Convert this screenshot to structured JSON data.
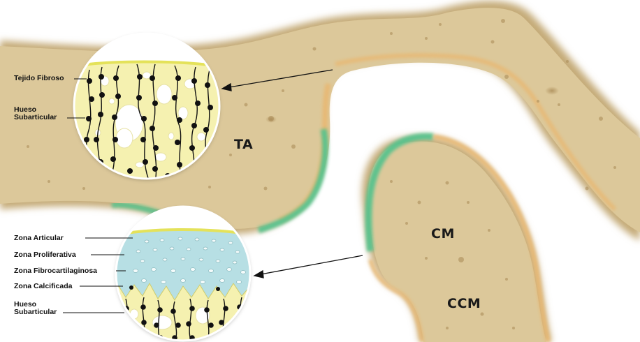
{
  "regions": {
    "ta": "TA",
    "cm": "CM",
    "ccm": "CCM"
  },
  "top_inset": {
    "labels": [
      "Tejido Fibroso",
      "Hueso\nSubarticular"
    ]
  },
  "bottom_inset": {
    "labels": [
      "Zona Articular",
      "Zona Proliferativa",
      "Zona Fibrocartilaginosa",
      "Zona Calcificada",
      "Hueso\nSubarticular"
    ]
  },
  "colors": {
    "bone": "#dcc89a",
    "bone_dark": "#b79a63",
    "bone_shadow": "#c9b27f",
    "cortex_orange": "#e3b36c",
    "cartilage_green": "#55c08a",
    "inset_bone": "#f5f1b0",
    "inset_cartilage": "#b7dfe4",
    "inset_surface": "#e4e25a",
    "background": "#ffffff"
  }
}
